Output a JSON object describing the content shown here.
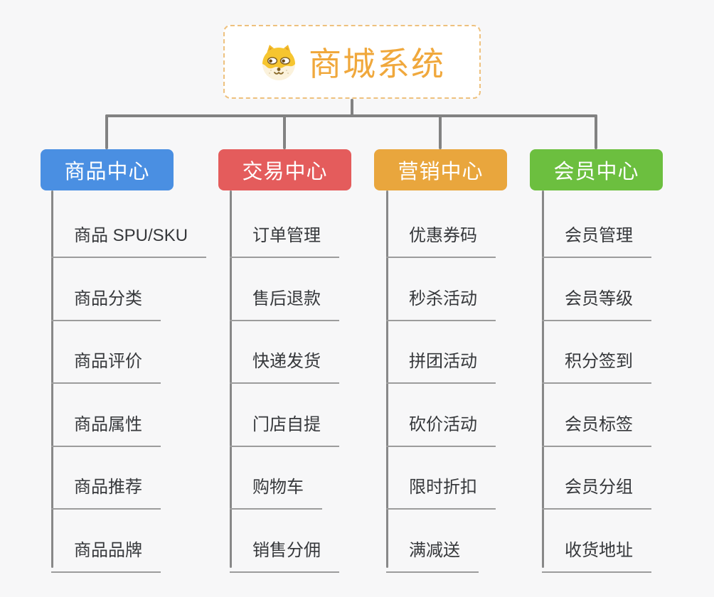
{
  "canvas": {
    "background": "#f7f7f8"
  },
  "root": {
    "title": "商城系统",
    "icon": "dog-icon",
    "title_color": "#F0A83C",
    "border_color": "#EEC17E"
  },
  "connectors": {
    "tree_line_color": "#828282",
    "leaf_underline_color": "#9C9C9C"
  },
  "branches": [
    {
      "label": "商品中心",
      "color": "#4A8FE2",
      "children": [
        "商品 SPU/SKU",
        "商品分类",
        "商品评价",
        "商品属性",
        "商品推荐",
        "商品品牌"
      ]
    },
    {
      "label": "交易中心",
      "color": "#E45C5C",
      "children": [
        "订单管理",
        "售后退款",
        "快递发货",
        "门店自提",
        "购物车",
        "销售分佣"
      ]
    },
    {
      "label": "营销中心",
      "color": "#E9A63D",
      "children": [
        "优惠券码",
        "秒杀活动",
        "拼团活动",
        "砍价活动",
        "限时折扣",
        "满减送"
      ]
    },
    {
      "label": "会员中心",
      "color": "#6CBF3F",
      "children": [
        "会员管理",
        "会员等级",
        "积分签到",
        "会员标签",
        "会员分组",
        "收货地址"
      ]
    }
  ]
}
